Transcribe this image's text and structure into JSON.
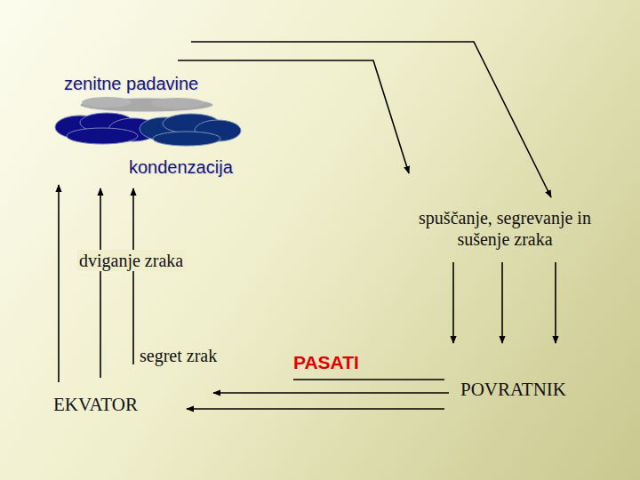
{
  "diagram": {
    "labels": [
      "zenitne padavine",
      "kondenzacija",
      "spuščanje, segrevanje in sušenje zraka",
      "dviganje zraka",
      "segret zrak",
      "PASATI",
      "EKVATOR",
      "POVRATNIK"
    ]
  }
}
